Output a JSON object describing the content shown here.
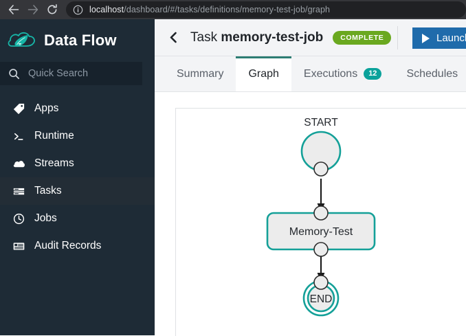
{
  "browser": {
    "back_icon": "back-arrow-icon",
    "forward_icon": "forward-arrow-icon",
    "reload_icon": "reload-icon",
    "info_icon": "info-circle-icon",
    "url_host": "localhost",
    "url_path": "/dashboard/#/tasks/definitions/memory-test-job/graph"
  },
  "sidebar": {
    "brand": "Data Flow",
    "logo_icon": "spring-leaf-cloud-logo",
    "search": {
      "icon": "search-icon",
      "placeholder": "Quick Search",
      "value": ""
    },
    "items": [
      {
        "label": "Apps",
        "icon": "tag-icon",
        "active": false
      },
      {
        "label": "Runtime",
        "icon": "terminal-icon",
        "active": false
      },
      {
        "label": "Streams",
        "icon": "cloud-icon",
        "active": false
      },
      {
        "label": "Tasks",
        "icon": "tasks-icon",
        "active": true
      },
      {
        "label": "Jobs",
        "icon": "clock-icon",
        "active": false
      },
      {
        "label": "Audit Records",
        "icon": "list-icon",
        "active": false
      }
    ]
  },
  "header": {
    "back_icon": "chevron-left-icon",
    "title_prefix": "Task",
    "title_name": "memory-test-job",
    "status": "COMPLETE",
    "status_color": "#6aa81f",
    "launch_label": "Launch",
    "launch_icon": "play-icon",
    "launch_color": "#1f6bab"
  },
  "tabs": [
    {
      "label": "Summary",
      "active": false,
      "badge": null
    },
    {
      "label": "Graph",
      "active": true,
      "badge": null
    },
    {
      "label": "Executions",
      "active": false,
      "badge": "12"
    },
    {
      "label": "Schedules",
      "active": false,
      "badge": null
    }
  ],
  "graph": {
    "accent_color": "#14a098",
    "node_fill": "#ececec",
    "nodes": [
      {
        "id": "start",
        "type": "start",
        "label": "START"
      },
      {
        "id": "memory-test",
        "type": "task",
        "label": "Memory-Test"
      },
      {
        "id": "end",
        "type": "end",
        "label": "END"
      }
    ],
    "edges": [
      {
        "from": "start",
        "to": "memory-test"
      },
      {
        "from": "memory-test",
        "to": "end"
      }
    ]
  }
}
